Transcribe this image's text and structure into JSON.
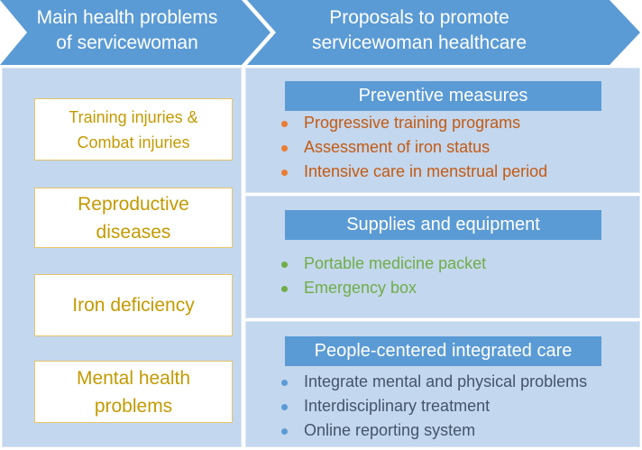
{
  "left_arrow": {
    "line1": "Main health problems",
    "line2": "of servicewoman"
  },
  "right_arrow": {
    "line1": "Proposals to promote",
    "line2": "servicewoman healthcare"
  },
  "problems": [
    {
      "line1": "Training injuries &",
      "line2": "Combat injuries"
    },
    {
      "line1": "Reproductive",
      "line2": "diseases"
    },
    {
      "line1": "Iron deficiency",
      "line2": ""
    },
    {
      "line1": "Mental health",
      "line2": "problems"
    }
  ],
  "sections": {
    "preventive": {
      "title": "Preventive measures",
      "items": [
        "Progressive training programs",
        "Assessment of iron status",
        "Intensive care  in menstrual period"
      ]
    },
    "supplies": {
      "title": "Supplies and equipment",
      "items": [
        "Portable  medicine packet",
        "Emergency box"
      ]
    },
    "people": {
      "title": "People-centered integrated care",
      "items": [
        "Integrate mental and physical problems",
        "Interdisciplinary treatment",
        "Online reporting system"
      ]
    }
  },
  "colors": {
    "arrow": "#5b9bd5",
    "panel": "#c3d7ee",
    "problem_text": "#c49a00",
    "preventive_text": "#c55a11",
    "supplies_text": "#70ad47",
    "people_text": "#44546a"
  }
}
